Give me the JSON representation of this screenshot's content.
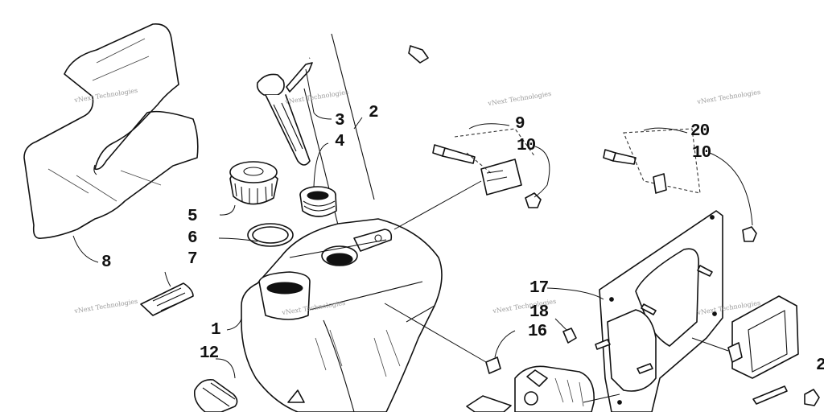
{
  "diagram": {
    "watermark_text": "vNext Technologies",
    "callouts": [
      "1",
      "2",
      "3",
      "4",
      "5",
      "6",
      "7",
      "8",
      "9",
      "10",
      "10",
      "12",
      "16",
      "17",
      "18",
      "20",
      "2"
    ]
  }
}
